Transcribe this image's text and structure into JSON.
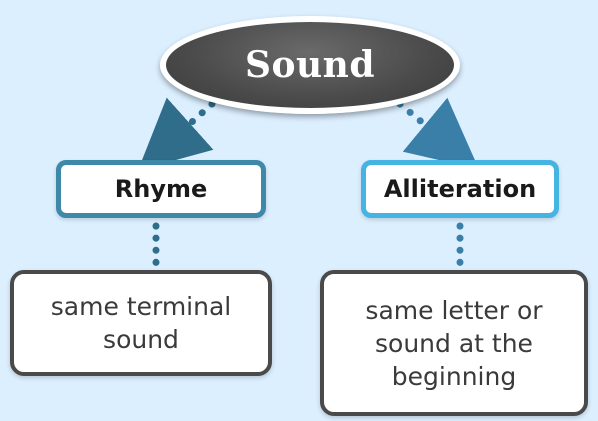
{
  "root": {
    "label": "Sound"
  },
  "branches": [
    {
      "label": "Rhyme",
      "description_lines": [
        "same terminal",
        "sound"
      ],
      "accent": "#3f89a8"
    },
    {
      "label": "Alliteration",
      "description_lines": [
        "same letter or",
        "sound at the",
        "beginning"
      ],
      "accent": "#46b4e2"
    }
  ],
  "colors": {
    "background": "#dcefff",
    "root_fill": "#4a4a4a",
    "connector_left": "#2f6d8a",
    "connector_right": "#3a7fa8",
    "desc_border": "#4a4a4a"
  }
}
